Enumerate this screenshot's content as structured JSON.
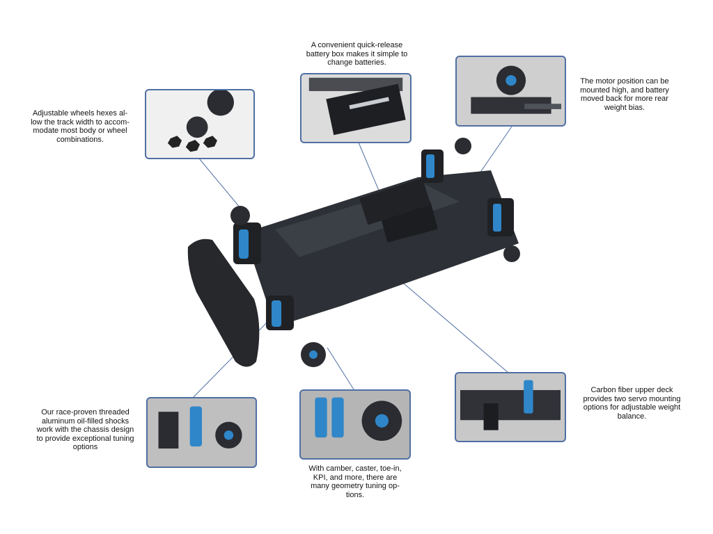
{
  "callouts": [
    {
      "id": "wheel-hexes",
      "text": "Adjustable wheels hexes al-\nlow the track width to accom-\nmodate most body or wheel\ncombinations."
    },
    {
      "id": "battery-box",
      "text": "A convenient quick-release\nbattery box makes it simple to\nchange batteries."
    },
    {
      "id": "motor-position",
      "text": "The motor position can be\nmounted high, and battery\nmoved back for more rear\nweight bias."
    },
    {
      "id": "shocks",
      "text": "Our race-proven threaded\naluminum oil-filled shocks\nwork with the chassis design\nto provide exceptional tuning\noptions"
    },
    {
      "id": "geometry",
      "text": "With camber, caster, toe-in,\nKPI, and more, there are\nmany geometry tuning op-\ntions."
    },
    {
      "id": "upper-deck",
      "text": "Carbon fiber upper deck\nprovides two servo mounting\noptions for adjustable weight\nbalance."
    }
  ],
  "colors": {
    "inset_border": "#4f6fa3",
    "leader_line": "#4f6fa3",
    "carbon": "#2a2c31",
    "aluminum_blue": "#2f86c9"
  }
}
